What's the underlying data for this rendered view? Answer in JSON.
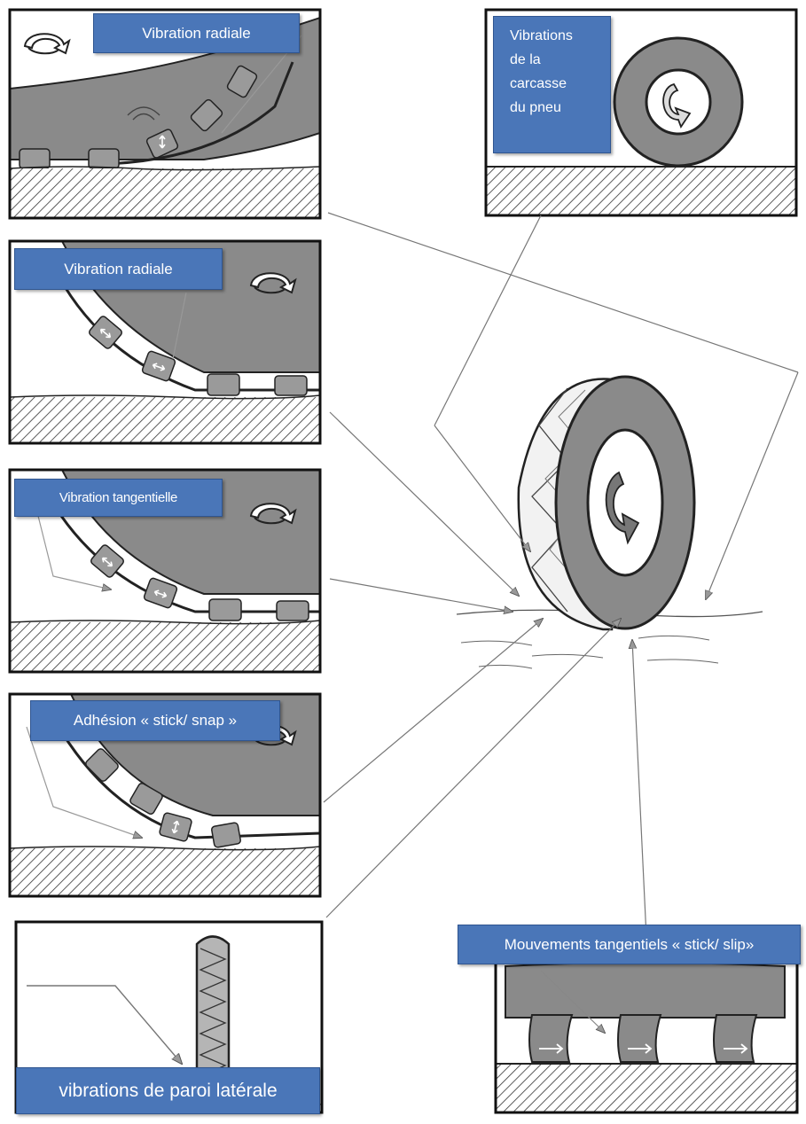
{
  "labels": {
    "radial_1": "Vibration radiale",
    "carcass": "Vibrations\nde la\ncarcasse\ndu pneu",
    "radial_2": "Vibration radiale",
    "tangential": "Vibration tangentielle",
    "adhesion": "Adhésion « stick/ snap »",
    "sidewall": "vibrations de paroi latérale",
    "stick_slip": "Mouvements tangentiels « stick/ slip»"
  },
  "icons": [
    "rotation-arrow-icon"
  ],
  "colors": {
    "label_fill": "#4a76b8",
    "rubber": "#8a8a8a",
    "line": "#555555"
  }
}
